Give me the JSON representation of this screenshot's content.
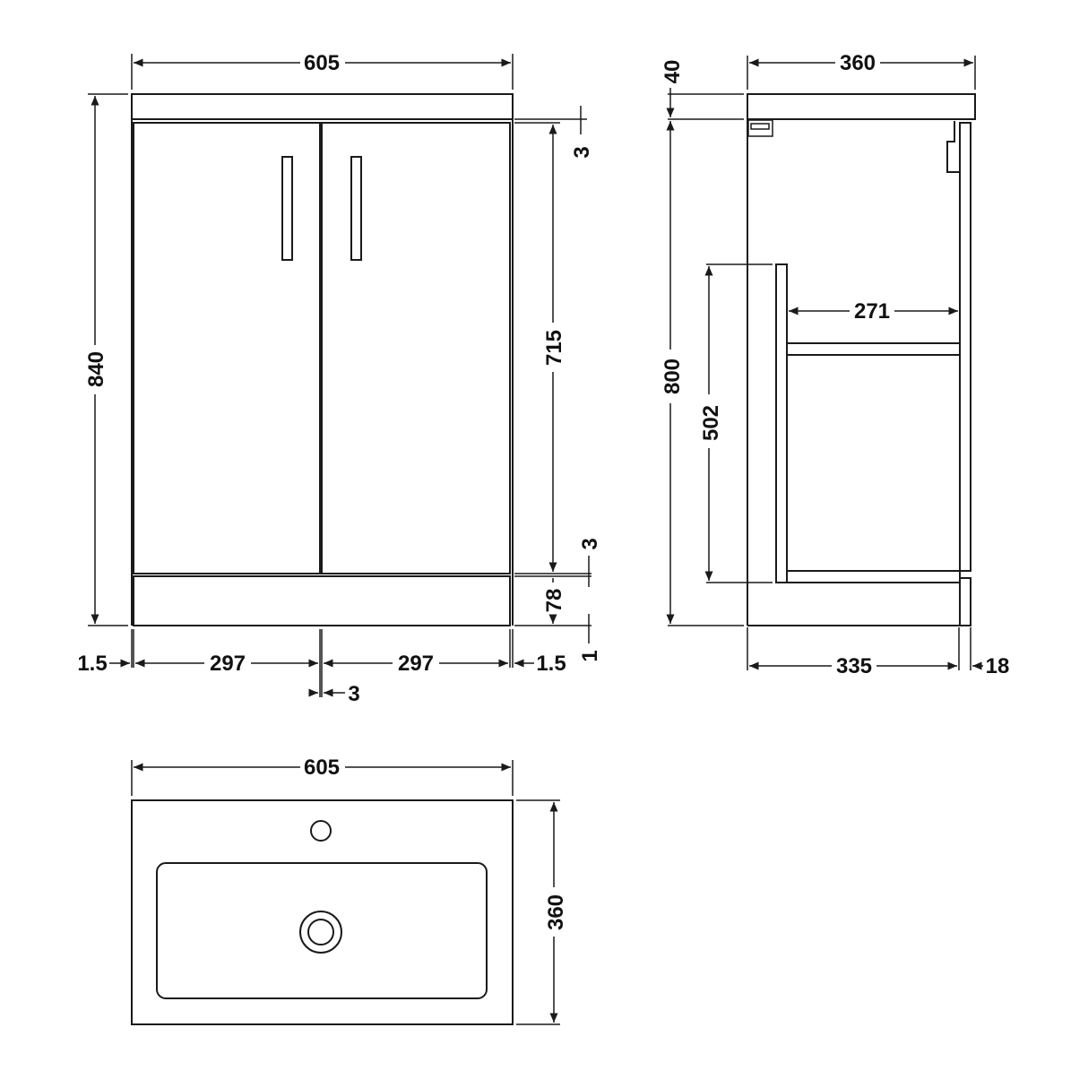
{
  "front_view": {
    "overall_width": "605",
    "overall_height": "840",
    "door_height": "715",
    "top_gap": "3",
    "bottom_gap": "3",
    "plinth_height": "78",
    "floor_gap": "1",
    "left_side": "1.5",
    "right_side": "1.5",
    "left_door_width": "297",
    "right_door_width": "297",
    "door_gap": "3"
  },
  "side_view": {
    "overall_depth": "360",
    "basin_thickness": "40",
    "body_height": "800",
    "shelf_depth": "271",
    "shelf_height": "502",
    "carcass_depth": "335",
    "door_thickness": "18"
  },
  "plan_view": {
    "width": "605",
    "depth": "360"
  }
}
